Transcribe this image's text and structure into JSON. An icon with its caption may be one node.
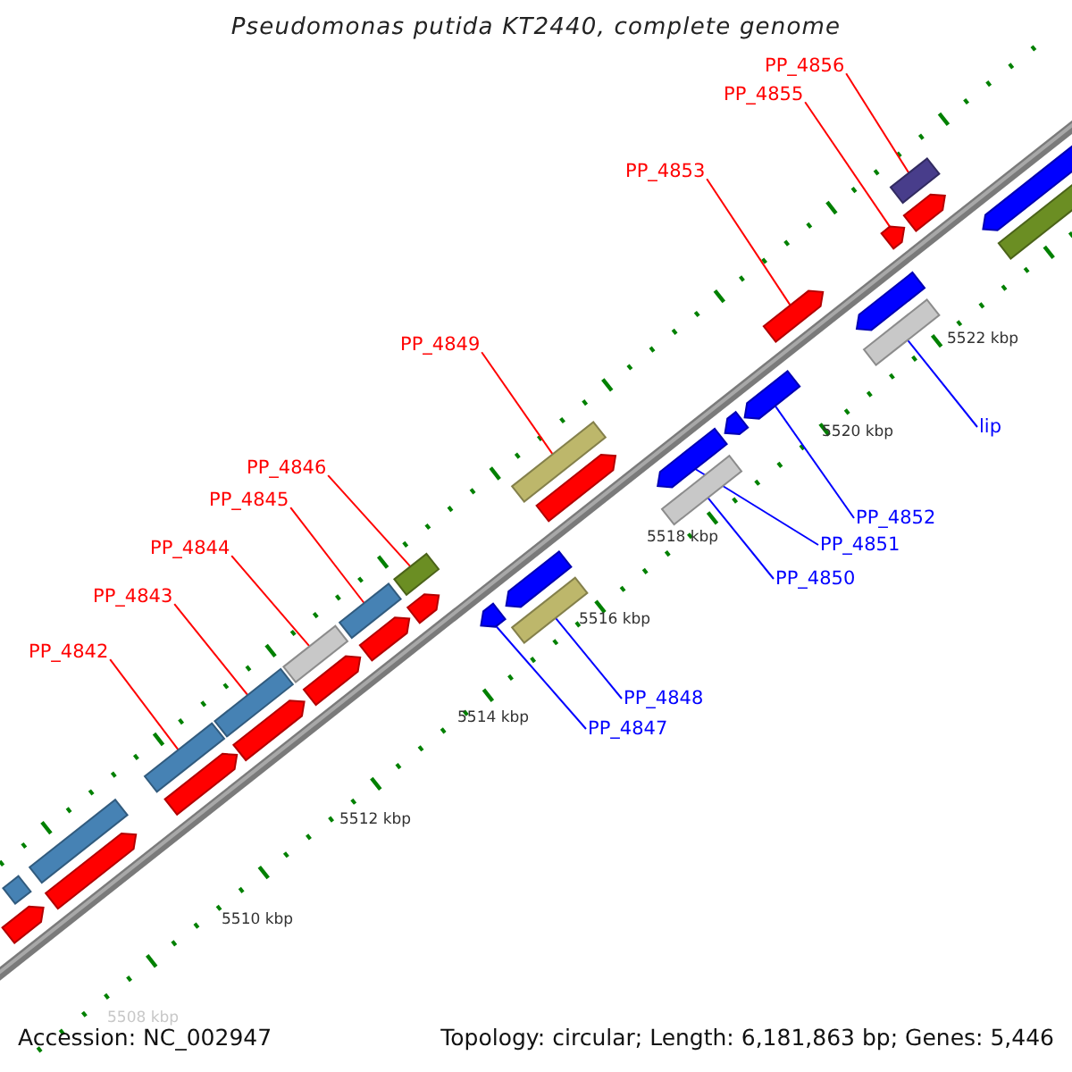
{
  "diagram": {
    "title": "Pseudomonas putida KT2440, complete genome",
    "nodes": [
      {
        "text": [
          "PP_4856"
        ]
      },
      {
        "text": [
          "PP_4855"
        ]
      },
      {
        "text": [
          "PP_4853"
        ]
      },
      {
        "text": [
          "PP_4849"
        ]
      },
      {
        "text": [
          "PP_4846"
        ]
      },
      {
        "text": [
          "PP_4845"
        ]
      },
      {
        "text": [
          "PP_4844"
        ]
      },
      {
        "text": [
          "PP_4843"
        ]
      },
      {
        "text": [
          "PP_4842"
        ]
      },
      {
        "text": [
          "lip"
        ]
      },
      {
        "text": [
          "PP_4852"
        ]
      },
      {
        "text": [
          "PP_4851"
        ]
      },
      {
        "text": [
          "PP_4850"
        ]
      },
      {
        "text": [
          "PP_4848"
        ]
      },
      {
        "text": [
          "PP_4847"
        ]
      },
      {
        "text": [],
        "shape": "bar"
      },
      {
        "text": [],
        "shape": "bar"
      },
      {
        "text": [],
        "shape": "bar"
      },
      {
        "text": [],
        "shape": "bar"
      },
      {
        "text": [],
        "shape": "bar"
      },
      {
        "text": [],
        "shape": "bar"
      },
      {
        "text": [],
        "shape": "bar"
      },
      {
        "text": [],
        "shape": "bar"
      },
      {
        "text": [],
        "shape": "bar"
      },
      {
        "text": [],
        "shape": "bar"
      },
      {
        "text": [],
        "shape": "bar"
      },
      {
        "text": [],
        "shape": "bar"
      },
      {
        "text": [],
        "shape": "bar"
      },
      {
        "text": [],
        "shape": "bar"
      },
      {
        "text": [],
        "shape": "bar"
      },
      {
        "text": [],
        "shape": "bar"
      },
      {
        "text": [],
        "shape": "bar"
      },
      {
        "text": [],
        "shape": "bar"
      },
      {
        "text": [],
        "shape": "bar"
      },
      {
        "text": [],
        "shape": "bar"
      },
      {
        "text": [],
        "shape": "bar"
      },
      {
        "text": [],
        "shape": "bar"
      },
      {
        "text": [],
        "shape": "bar"
      },
      {
        "text": [],
        "shape": "bar"
      },
      {
        "text": [],
        "shape": "bar"
      },
      {
        "text": [],
        "shape": "bar"
      },
      {
        "text": [],
        "shape": "bar"
      },
      {
        "text": [],
        "shape": "bar"
      },
      {
        "text": [],
        "shape": "bar"
      },
      {
        "text": [],
        "shape": "bar"
      },
      {
        "text": [],
        "shape": "bar"
      }
    ],
    "edges": [
      {
        "from": 0,
        "to": 15,
        "arrow": "none"
      },
      {
        "from": 1,
        "to": 16,
        "arrow": "none"
      },
      {
        "from": 2,
        "to": 17,
        "arrow": "none"
      },
      {
        "from": 3,
        "to": 18,
        "arrow": "none"
      },
      {
        "from": 4,
        "to": 19,
        "arrow": "none"
      },
      {
        "from": 5,
        "to": 20,
        "arrow": "none"
      },
      {
        "from": 6,
        "to": 21,
        "arrow": "none"
      },
      {
        "from": 7,
        "to": 22,
        "arrow": "none"
      },
      {
        "from": 8,
        "to": 23,
        "arrow": "none"
      },
      {
        "from": 9,
        "to": 24,
        "arrow": "none",
        "color": "#0000ff"
      },
      {
        "from": 10,
        "to": 25,
        "arrow": "none",
        "color": "#0000ff"
      },
      {
        "from": 11,
        "to": 26,
        "arrow": "none",
        "color": "#0000ff"
      },
      {
        "from": 12,
        "to": 27,
        "arrow": "none",
        "color": "#0000ff"
      },
      {
        "from": 13,
        "to": 28,
        "arrow": "none",
        "color": "#0000ff"
      },
      {
        "from": 14,
        "to": 29,
        "arrow": "none",
        "color": "#0000ff"
      }
    ],
    "labels": [
      "5522 kbp",
      "5520 kbp",
      "5518 kbp",
      "5516 kbp",
      "5514 kbp",
      "5512 kbp",
      "5510 kbp",
      "5508 kbp",
      "Accession: NC_002947",
      "Topology: circular; Length: 6,181,863 bp; Genes: 5,446"
    ]
  }
}
